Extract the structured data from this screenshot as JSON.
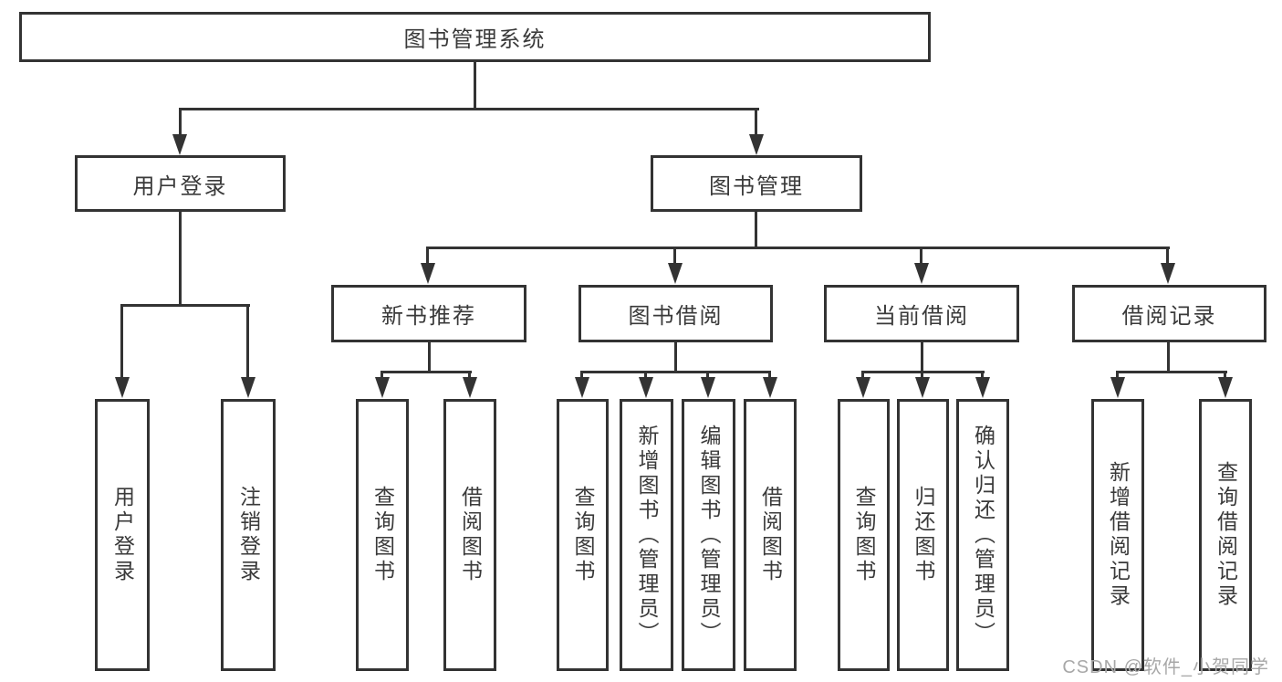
{
  "root": {
    "label": "图书管理系统"
  },
  "branches": [
    {
      "label": "用户登录",
      "children": [
        {
          "label": "用户登录"
        },
        {
          "label": "注销登录"
        }
      ]
    },
    {
      "label": "图书管理",
      "groups": [
        {
          "label": "新书推荐",
          "children": [
            {
              "label": "查询图书"
            },
            {
              "label": "借阅图书"
            }
          ]
        },
        {
          "label": "图书借阅",
          "children": [
            {
              "label": "查询图书"
            },
            {
              "label": "新增图书（管理员）"
            },
            {
              "label": "编辑图书（管理员）"
            },
            {
              "label": "借阅图书"
            }
          ]
        },
        {
          "label": "当前借阅",
          "children": [
            {
              "label": "查询图书"
            },
            {
              "label": "归还图书"
            },
            {
              "label": "确认归还（管理员）"
            }
          ]
        },
        {
          "label": "借阅记录",
          "children": [
            {
              "label": "新增借阅记录"
            },
            {
              "label": "查询借阅记录"
            }
          ]
        }
      ]
    }
  ],
  "watermark": "CSDN @软件_小贺同学",
  "colors": {
    "line": "#333333",
    "text": "#3a3a3a",
    "box_bg": "#ffffff",
    "canvas_bg": "#ffffff",
    "watermark": "#a8a8a8"
  }
}
